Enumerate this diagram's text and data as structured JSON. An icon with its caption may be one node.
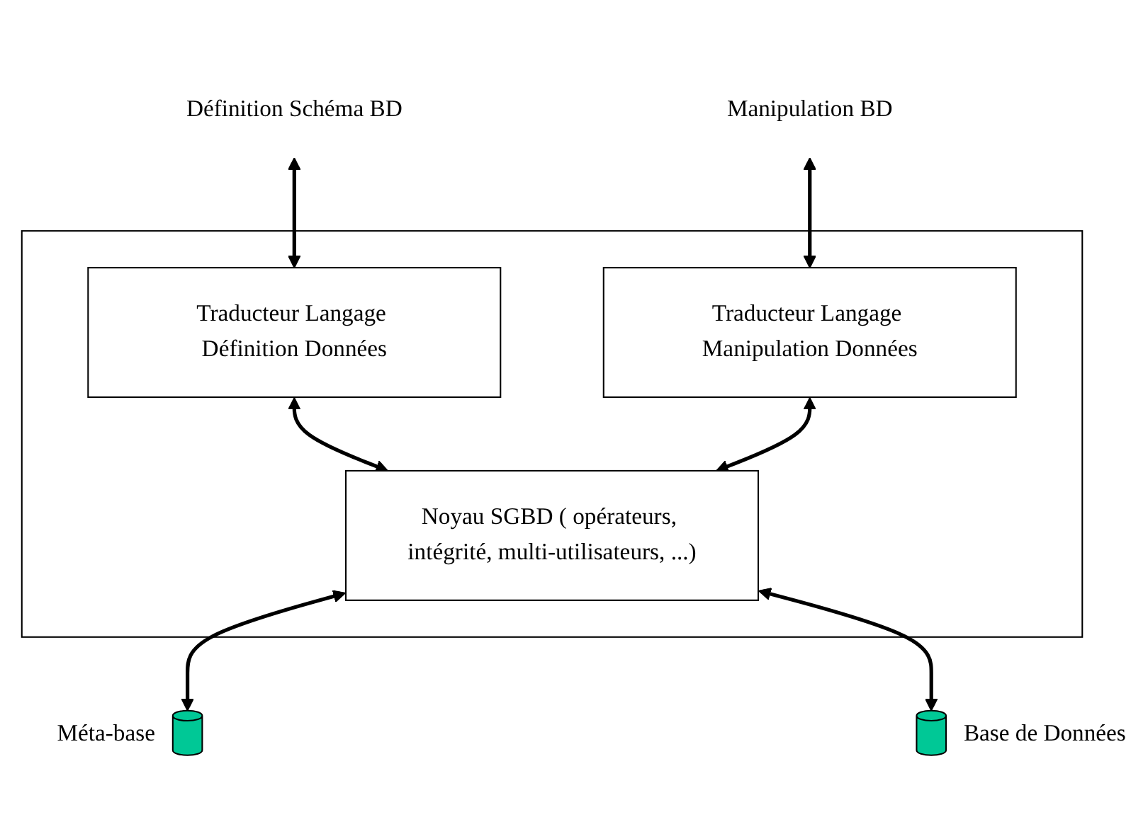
{
  "diagram": {
    "nodes": [
      {
        "text": [
          "Définition Schéma BD"
        ]
      },
      {
        "text": [
          "Manipulation BD"
        ]
      },
      {
        "text": [],
        "shape": "box"
      },
      {
        "text": [
          "Traducteur Langage Définition Données"
        ],
        "in": 2
      },
      {
        "text": [
          "Traducteur Langage Manipulation Données"
        ],
        "in": 2
      },
      {
        "text": [
          "Noyau SGBD ( opérateurs, intégrité, multi-utilisateurs, ...)"
        ],
        "in": 2
      },
      {
        "text": [],
        "shape": "cylinder",
        "beside": [
          "Méta-base"
        ]
      },
      {
        "text": [],
        "shape": "cylinder",
        "beside": [
          "Base de Données"
        ]
      }
    ],
    "edges": [
      {
        "from": 0,
        "to": 3,
        "arrow": "both"
      },
      {
        "from": 1,
        "to": 4,
        "arrow": "both"
      },
      {
        "from": 3,
        "to": 5,
        "arrow": "both"
      },
      {
        "from": 4,
        "to": 5,
        "arrow": "both"
      },
      {
        "from": 5,
        "to": 6,
        "arrow": "both"
      },
      {
        "from": 5,
        "to": 7,
        "arrow": "both"
      }
    ]
  }
}
